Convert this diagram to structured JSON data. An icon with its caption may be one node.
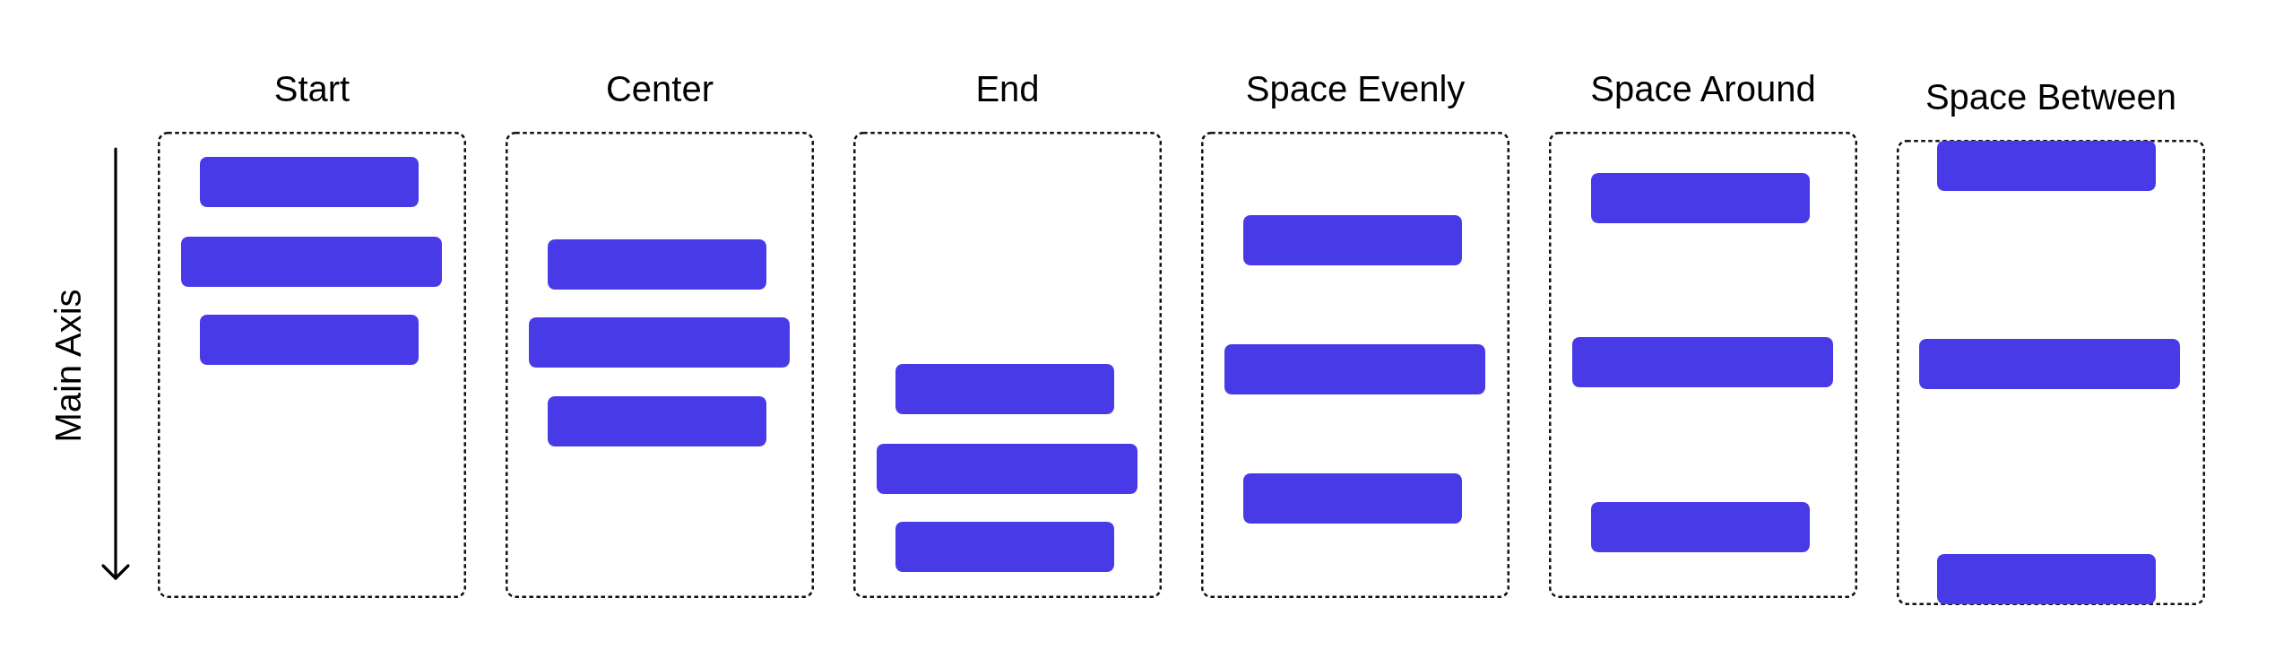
{
  "diagram": {
    "nodes": [
      {
        "text": [
          "Start"
        ]
      },
      {
        "text": [],
        "shape": "bar",
        "in": 0
      },
      {
        "text": [],
        "shape": "bar",
        "in": 0
      },
      {
        "text": [],
        "shape": "bar",
        "in": 0
      },
      {
        "text": [
          "Center"
        ]
      },
      {
        "text": [],
        "shape": "bar",
        "in": 4
      },
      {
        "text": [],
        "shape": "bar",
        "in": 4
      },
      {
        "text": [],
        "shape": "bar",
        "in": 4
      },
      {
        "text": [
          "End"
        ]
      },
      {
        "text": [],
        "shape": "bar",
        "in": 8
      },
      {
        "text": [],
        "shape": "bar",
        "in": 8
      },
      {
        "text": [],
        "shape": "bar",
        "in": 8
      },
      {
        "text": [
          "Space Evenly"
        ]
      },
      {
        "text": [],
        "shape": "bar",
        "in": 12
      },
      {
        "text": [],
        "shape": "bar",
        "in": 12
      },
      {
        "text": [],
        "shape": "bar",
        "in": 12
      },
      {
        "text": [
          "Space Around"
        ]
      },
      {
        "text": [],
        "shape": "bar",
        "in": 16
      },
      {
        "text": [],
        "shape": "bar",
        "in": 16
      },
      {
        "text": [],
        "shape": "bar",
        "in": 16
      },
      {
        "text": [
          "Space Between"
        ]
      },
      {
        "text": [],
        "shape": "bar",
        "in": 20
      },
      {
        "text": [],
        "shape": "bar",
        "in": 20
      },
      {
        "text": [],
        "shape": "bar",
        "in": 20
      }
    ],
    "labels": [
      "Main Axis"
    ]
  }
}
